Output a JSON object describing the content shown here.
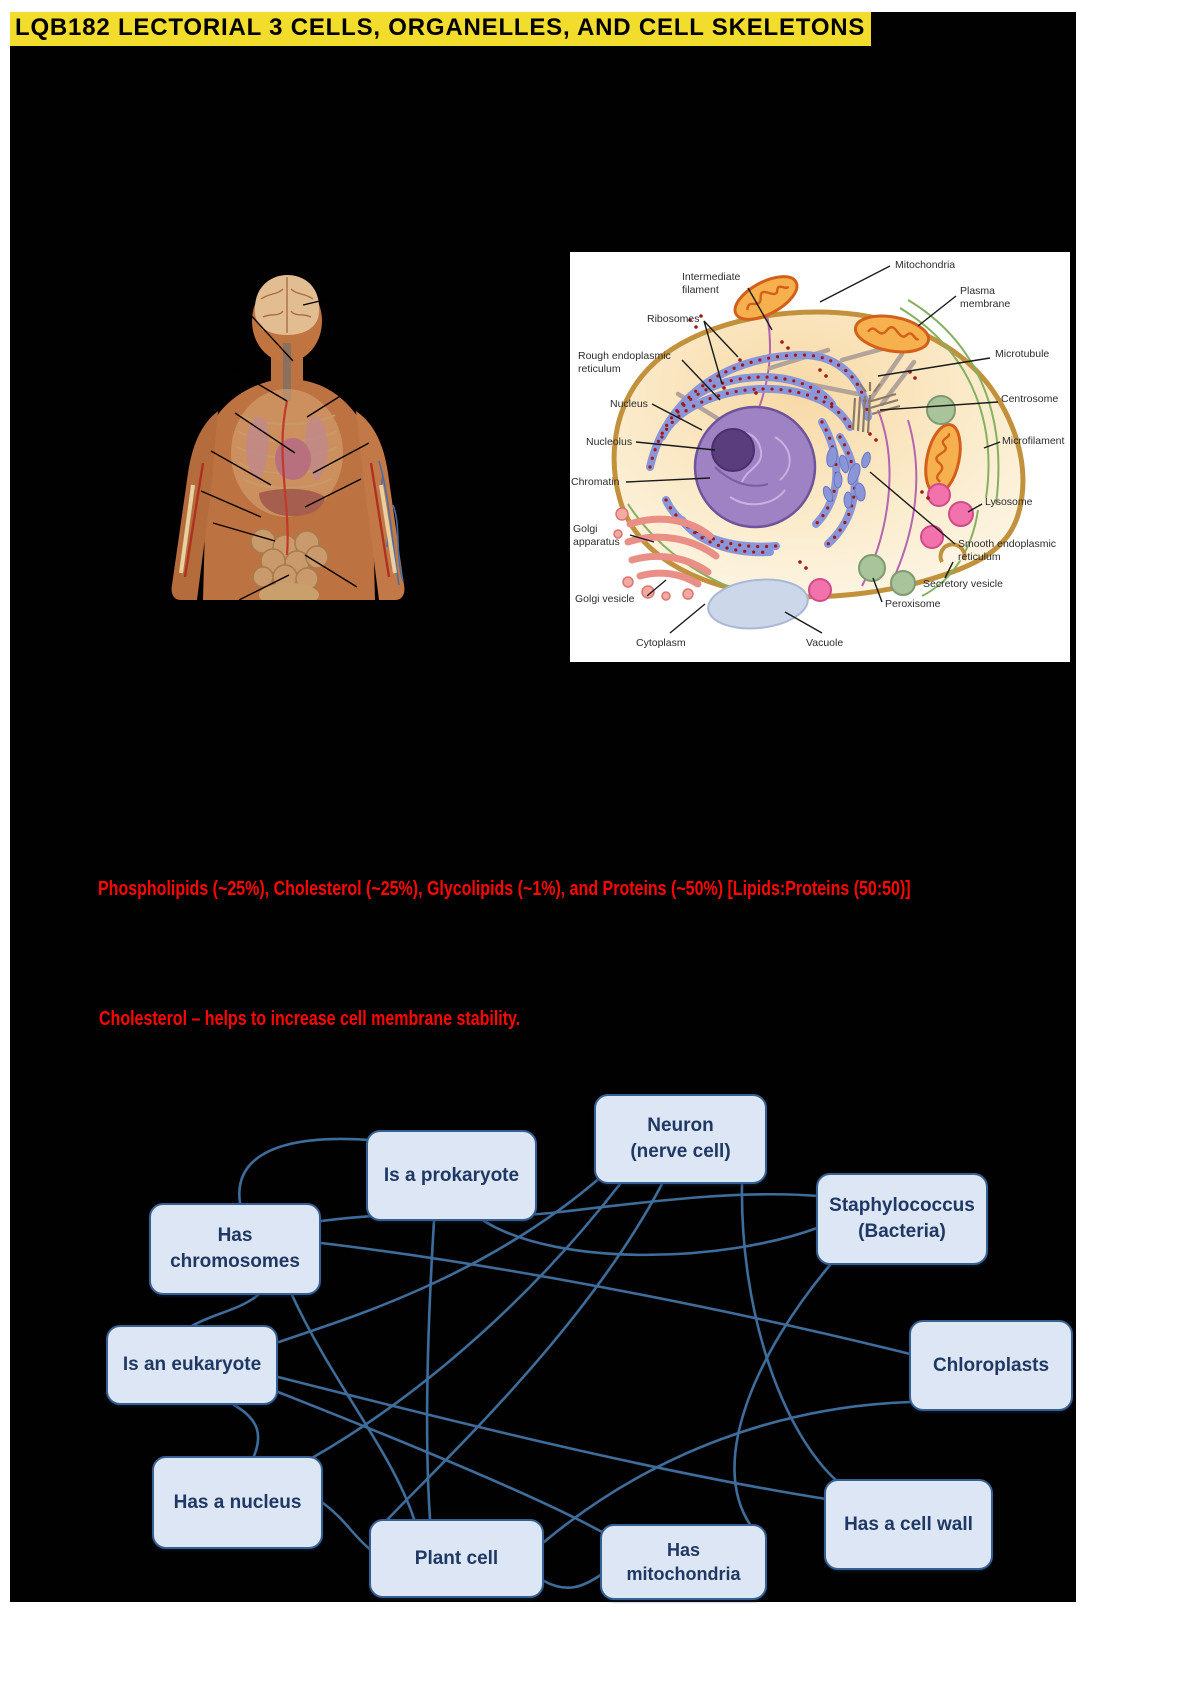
{
  "doc": {
    "title": "LQB182 LECTORIAL 3 CELLS, ORGANELLES, AND CELL SKELETONS",
    "title_highlight_color": "#F2DD2C",
    "page_background": "#010101",
    "notes": {
      "membrane_composition": "Phospholipids (~25%), Cholesterol (~25%), Glycolipids (~1%), and Proteins (~50%) [Lipids:Proteins (50:50)]",
      "cholesterol_note": "Cholesterol – helps to increase cell membrane stability.",
      "note_color": "#FE0500"
    }
  },
  "cell_diagram": {
    "labels": {
      "intermediate_1": "Intermediate",
      "intermediate_2": "filament",
      "ribosomes": "Ribosomes",
      "rough_er_1": "Rough endoplasmic",
      "rough_er_2": "reticulum",
      "nucleus": "Nucleus",
      "nucleolus": "Nucleolus",
      "chromatin": "Chromatin",
      "golgi_1": "Golgi",
      "golgi_2": "apparatus",
      "golgi_vesicle": "Golgi vesicle",
      "cytoplasm": "Cytoplasm",
      "vacuole": "Vacuole",
      "mitochondria": "Mitochondria",
      "plasma_membrane_1": "Plasma",
      "plasma_membrane_2": "membrane",
      "microtubule": "Microtubule",
      "centrosome": "Centrosome",
      "microfilament": "Microfilament",
      "lysosome": "Lysosome",
      "smooth_er_1": "Smooth endoplasmic",
      "smooth_er_2": "reticulum",
      "secretory_vesicle": "Secretory vesicle",
      "peroxisome": "Peroxisome"
    }
  },
  "concept_map": {
    "box_fill": "#DCE6F4",
    "box_border": "#376092",
    "text_color": "#1F3864",
    "line_color": "#3E6D9C",
    "boxes": [
      {
        "line1": "Neuron",
        "line2": "(nerve cell)"
      },
      {
        "line1": "Is a prokaryote",
        "line2": ""
      },
      {
        "line1": "Staphylococcus",
        "line2": "(Bacteria)"
      },
      {
        "line1": "Has",
        "line2": "chromosomes"
      },
      {
        "line1": "Is an eukaryote",
        "line2": ""
      },
      {
        "line1": "Chloroplasts",
        "line2": ""
      },
      {
        "line1": "Has a nucleus",
        "line2": ""
      },
      {
        "line1": "Plant cell",
        "line2": ""
      },
      {
        "line1": "Has",
        "line2": "mitochondria"
      },
      {
        "line1": "Has a cell wall",
        "line2": ""
      }
    ]
  }
}
